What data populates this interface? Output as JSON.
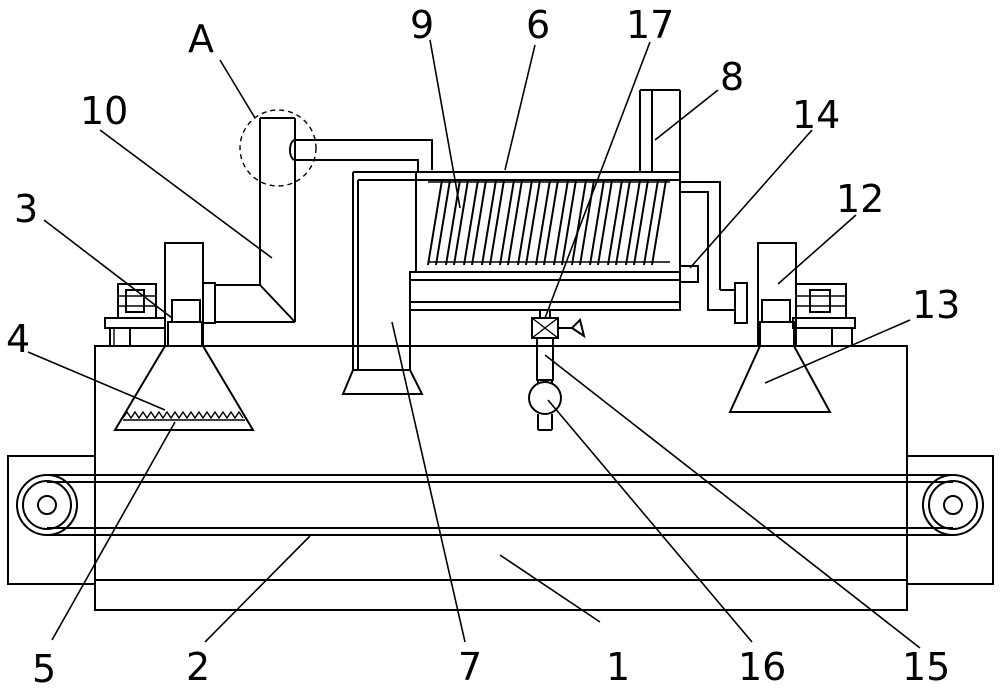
{
  "labels": {
    "l1": "1",
    "l2": "2",
    "l3": "3",
    "l4": "4",
    "l5": "5",
    "l6": "6",
    "l7": "7",
    "l8": "8",
    "l9": "9",
    "l10": "10",
    "l12": "12",
    "l13": "13",
    "l14": "14",
    "l15": "15",
    "l16": "16",
    "l17": "17",
    "lA": "A"
  }
}
